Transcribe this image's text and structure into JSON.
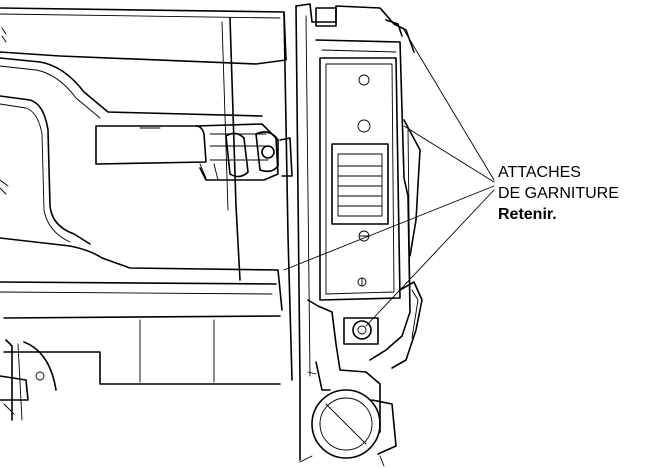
{
  "callout": {
    "line1": "ATTACHES",
    "line2": "DE GARNITURE",
    "line3": "Retenir."
  }
}
